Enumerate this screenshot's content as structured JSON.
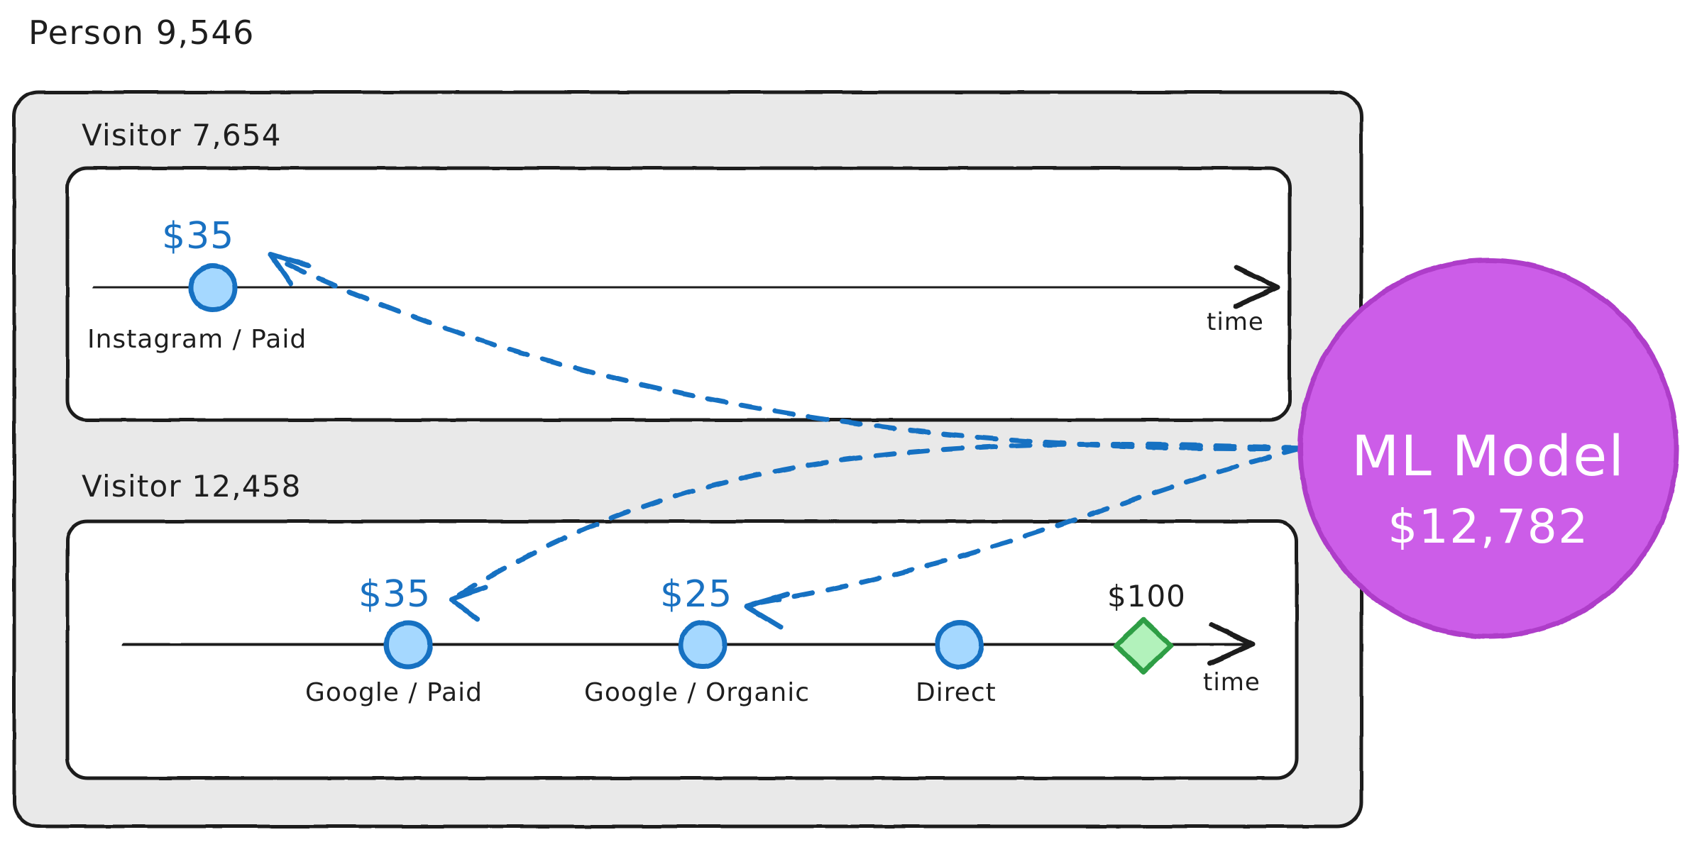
{
  "diagram": {
    "title": "Person 9,546",
    "person_label": "Person 9,546",
    "colors": {
      "stroke_dark": "#1e1e1e",
      "container_fill": "#e9e9e9",
      "box_fill": "#ffffff",
      "blue_stroke": "#1971c2",
      "blue_fill": "#a5d8ff",
      "green_stroke": "#2f9e44",
      "green_fill": "#b2f2bb",
      "purple_fill": "#cc5de8",
      "purple_stroke": "#ae3ec9",
      "white_text": "#ffffff"
    },
    "visitors": [
      {
        "label": "Visitor 7,654",
        "axis_label": "time",
        "touchpoints": [
          {
            "name": "Instagram / Paid",
            "value": "$35",
            "shape": "circle"
          }
        ]
      },
      {
        "label": "Visitor 12,458",
        "axis_label": "time",
        "touchpoints": [
          {
            "name": "Google / Paid",
            "value": "$35",
            "shape": "circle"
          },
          {
            "name": "Google / Organic",
            "value": "$25",
            "shape": "circle"
          },
          {
            "name": "Direct",
            "value": "",
            "shape": "circle"
          },
          {
            "name": "",
            "value": "$100",
            "shape": "diamond"
          }
        ]
      }
    ],
    "model": {
      "title": "ML Model",
      "value": "$12,782"
    }
  }
}
